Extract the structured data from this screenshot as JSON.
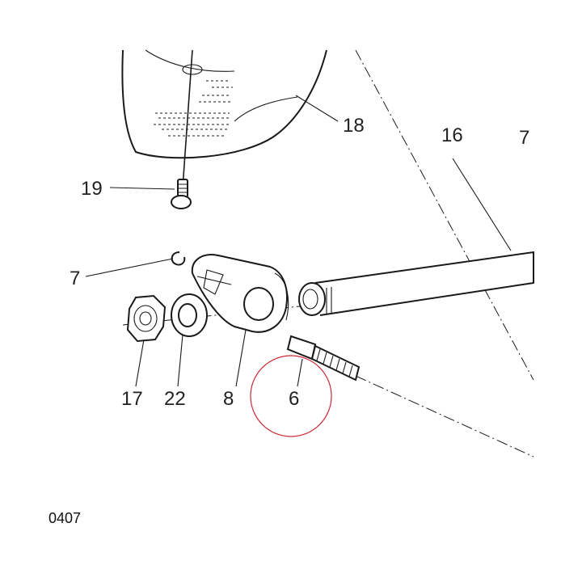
{
  "callouts": {
    "c18": "18",
    "c16": "16",
    "c7_top_right": "7",
    "c19": "19",
    "c7_left": "7",
    "c17": "17",
    "c22": "22",
    "c8": "8",
    "c6": "6"
  },
  "drawing_code": "0407",
  "highlight": {
    "target": "6",
    "color": "#cc2a36"
  },
  "colors": {
    "line": "#1a1a1a",
    "background": "#ffffff"
  }
}
